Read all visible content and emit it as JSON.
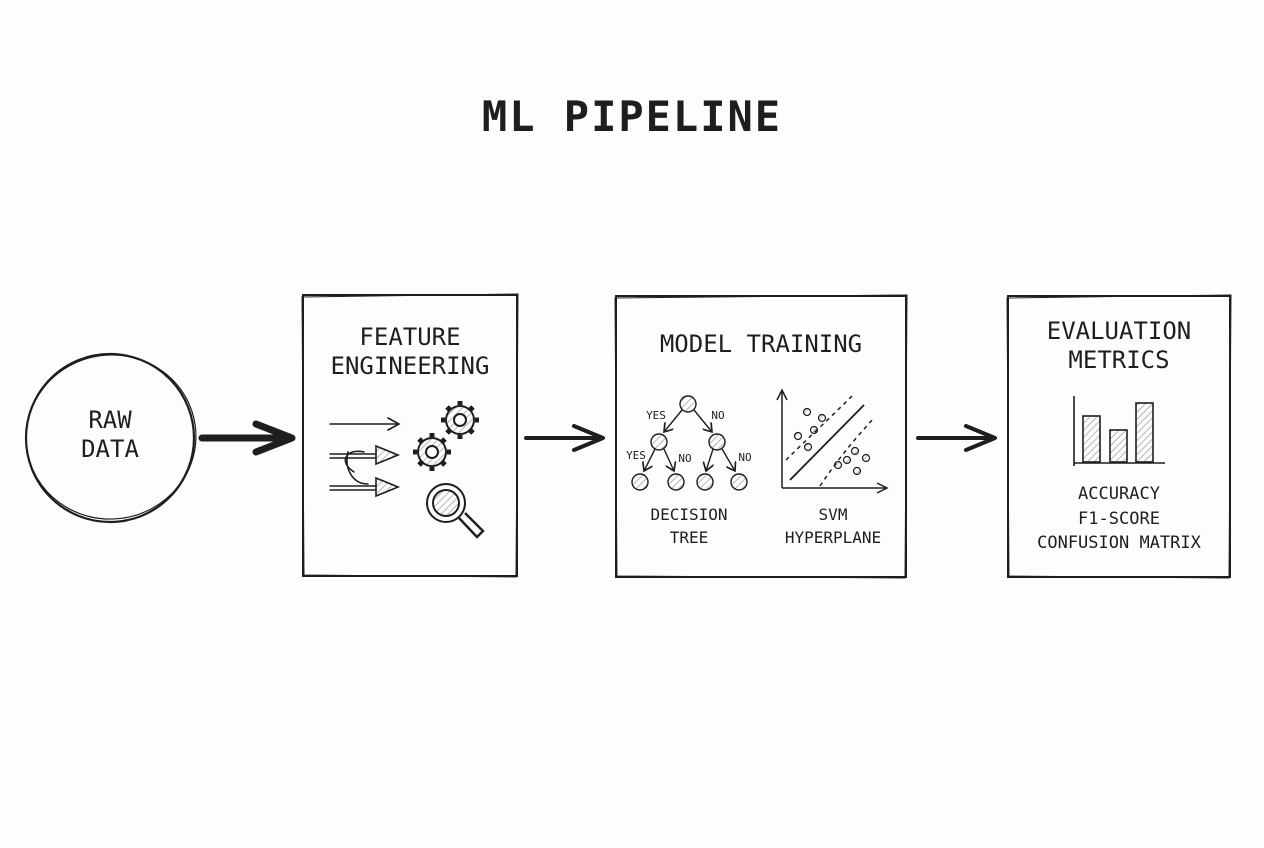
{
  "diagram": {
    "title": "ML PIPELINE",
    "raw_data": {
      "line1": "RAW",
      "line2": "DATA"
    },
    "feature_engineering": {
      "line1": "FEATURE",
      "line2": "ENGINEERING"
    },
    "model_training": {
      "title": "MODEL TRAINING",
      "decision_tree": {
        "line1": "DECISION",
        "line2": "TREE"
      },
      "tree_labels": {
        "yes": "YES",
        "no": "NO"
      },
      "svm": {
        "line1": "SVM",
        "line2": "HYPERPLANE"
      }
    },
    "evaluation": {
      "line1": "EVALUATION",
      "line2": "METRICS",
      "metrics": [
        "ACCURACY",
        "F1-SCORE",
        "CONFUSION MATRIX"
      ]
    }
  },
  "icons": [
    "arrow-icon",
    "gear-icon",
    "magnifier-icon",
    "tree-icon",
    "scatter-icon",
    "bar-chart-icon"
  ],
  "colors": {
    "stroke": "#1e1e1e",
    "background": "#fdfdfd",
    "hatch": "#9a9a9a"
  }
}
